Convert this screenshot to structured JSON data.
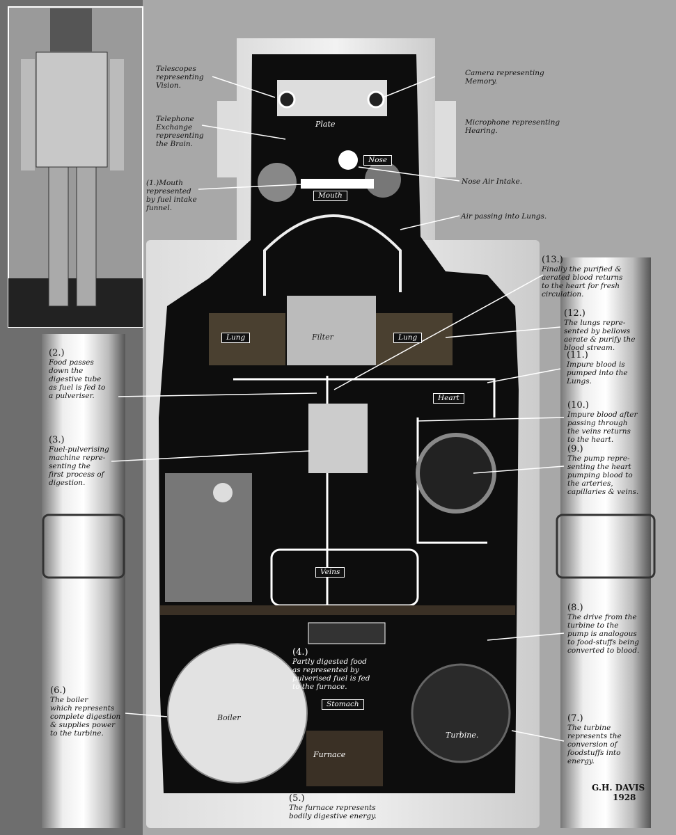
{
  "head_labels": {
    "vision": "Telescopes\nrepresenting\nVision.",
    "memory": "Camera representing\nMemory.",
    "brain": "Telephone\nExchange\nrepresenting\nthe Brain.",
    "hearing": "Microphone representing\nHearing.",
    "mouth": "(1.)Mouth\nrepresented\nby fuel intake\nfunnel.",
    "nose_intake": "Nose Air Intake.",
    "air_lungs": "Air passing into Lungs."
  },
  "numbered_notes": [
    {
      "num": "(2.)",
      "text": "Food passes\ndown the\ndigestive tube\nas fuel is fed to\na pulveriser."
    },
    {
      "num": "(3.)",
      "text": "Fuel-pulverising\nmachine repre-\nsenting the\nfirst process of\ndigestion."
    },
    {
      "num": "(4.)",
      "text": "Partly digested food\nas represented by\npulverised fuel is fed\nto the furnace."
    },
    {
      "num": "(5.)",
      "text": "The furnace represents\nbodily digestive energy."
    },
    {
      "num": "(6.)",
      "text": "The boiler\nwhich represents\ncomplete digestion\n& supplies power\nto the turbine."
    },
    {
      "num": "(7.)",
      "text": "The turbine\nrepresents the\nconversion of\nfoodstuffs into\nenergy."
    },
    {
      "num": "(8.)",
      "text": "The drive from the\nturbine to the\npump is analogous\nto food-stuffs being\nconverted to blood."
    },
    {
      "num": "(9.)",
      "text": "The pump repre-\nsenting the heart\npumping blood to\nthe arteries,\ncapillaries & veins."
    },
    {
      "num": "(10.)",
      "text": "Impure blood after\npassing through\nthe veins returns\nto the heart."
    },
    {
      "num": "(11.)",
      "text": "Impure blood is\npumped into the\nLungs."
    },
    {
      "num": "(12.)",
      "text": "The lungs repre-\nsented by bellows\naerate & purify the\nblood stream."
    },
    {
      "num": "(13.)",
      "text": "Finally the purified &\naerated blood returns\nto the heart for fresh\ncirculation."
    }
  ],
  "part_tags": {
    "plate": "Plate",
    "nose": "Nose",
    "mouth": "Mouth",
    "lung_left": "Lung",
    "filter": "Filter",
    "lung_right": "Lung",
    "heart": "Heart",
    "veins": "Veins",
    "stomach": "Stomach",
    "boiler": "Boiler",
    "furnace": "Furnace",
    "turbine": "Turbine."
  },
  "signature": {
    "name": "G.H. DAVIS",
    "year": "1928"
  }
}
